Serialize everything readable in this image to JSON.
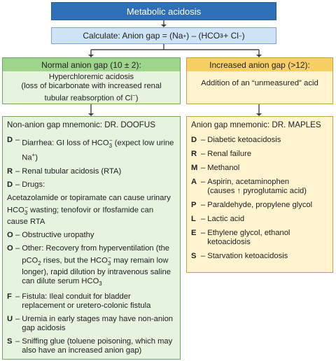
{
  "title": "Metabolic acidosis",
  "calc": {
    "prefix": "Calculate: Anion gap = (Na",
    "na_charge": "+",
    "mid": ") – (HCO",
    "hco3_sub": "3",
    "hco3_charge": "−",
    "end": " + Cl",
    "cl_charge": "−",
    "close": ")"
  },
  "normal": {
    "header": "Normal anion gap (10 ± 2):",
    "line1": "Hyperchloremic acidosis",
    "line2": "(loss of bicarbonate with increased renal",
    "line3a": "tubular reabsorption of Cl",
    "line3_charge": "−",
    "line3b": ")"
  },
  "increased": {
    "header": "Increased anion gap (>12):",
    "body": "Addition of an “unmeasured” acid"
  },
  "doofus": {
    "title": "Non-anion gap mnemonic: DR. DOOFUS",
    "d1_letter": "D",
    "d1_a": "Diarrhea: GI loss of HCO",
    "d1_sub": "3",
    "d1_sup": "−",
    "d1_b": " (expect low urine Na",
    "d1_sup2": "+",
    "d1_c": ")",
    "r_letter": "R",
    "r_text": "Renal tubular acidosis (RTA)",
    "d2_letter": "D",
    "d2_text": "Drugs:",
    "drugs_a": "Acetazolamide or topiramate can cause urinary HCO",
    "drugs_sub": "3",
    "drugs_sup": "−",
    "drugs_b": " wasting; tenofovir or Ifosfamide can cause RTA",
    "o1_letter": "O",
    "o1_text": "Obstructive uropathy",
    "o2_letter": "O",
    "o2_a": "Other: Recovery from hyperventilation (the pCO",
    "o2_sub": "2",
    "o2_b": " rises, but the HCO",
    "o2_sub2": "3",
    "o2_sup2": "−",
    "o2_c": " may remain low longer), rapid dilution by intravenous saline can dilute serum HCO",
    "o2_sub3": "3",
    "f_letter": "F",
    "f_text": "Fistula: Ileal conduit for bladder replacement or uretero-colonic fistula",
    "u_letter": "U",
    "u_text": "Uremia in early stages may have non-anion gap acidosis",
    "s_letter": "S",
    "s_text": "Sniffing glue (toluene poisoning, which may also have an increased anion gap)"
  },
  "maples": {
    "title": "Anion gap mnemonic: DR. MAPLES",
    "d_letter": "D",
    "d_text": "Diabetic ketoacidosis",
    "r_letter": "R",
    "r_text": "Renal failure",
    "m_letter": "M",
    "m_text": "Methanol",
    "a_letter": "A",
    "a_text1": "Aspirin, acetaminophen",
    "a_text2": "(causes ↑ pyroglutamic acid)",
    "p_letter": "P",
    "p_text": "Paraldehyde, propylene glycol",
    "l_letter": "L",
    "l_text": "Lactic acid",
    "e_letter": "E",
    "e_text": "Ethylene glycol, ethanol ketoacidosis",
    "s_letter": "S",
    "s_text": "Starvation ketoacidosis"
  },
  "colors": {
    "title_fill": "#2f6fb7",
    "calc_fill": "#cfe3f6",
    "normal_header": "#9fd58b",
    "normal_fill": "#e5f3df",
    "inc_header": "#f7cf63",
    "inc_fill": "#fff4cf",
    "arrow": "#444444"
  }
}
